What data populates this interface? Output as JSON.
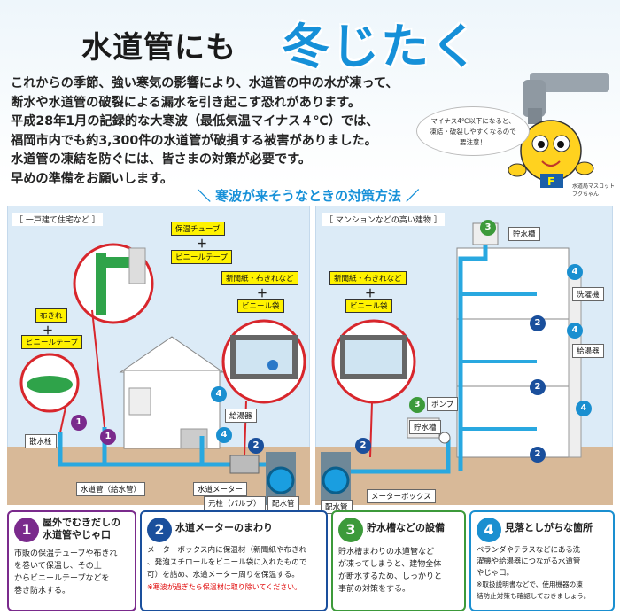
{
  "title": {
    "main": "水道管にも",
    "accent": "冬じたく"
  },
  "intro": [
    "これからの季節、強い寒気の影響により、水道管の中の水が凍って、",
    "断水や水道管の破裂による漏水を引き起こす恐れがあります。",
    "平成28年1月の記録的な大寒波（最低気温マイナス４℃）では、",
    "福岡市内でも約3,300件の水道管が破損する被害がありました。",
    "水道管の凍結を防ぐには、皆さまの対策が必要です。",
    "早めの準備をお願いします。"
  ],
  "mascot": {
    "bubble": [
      "マイナス4℃以下になると、",
      "凍結・破裂しやすくなるので",
      "要注意！"
    ],
    "caption": [
      "水道局マスコット",
      "フクちゃん"
    ]
  },
  "section_header": "寒波が来そうなときの対策方法",
  "left_panel": {
    "label": "［ 一戸建て住宅など ］",
    "tags": {
      "insulation_tube": "保温チューブ",
      "vinyl_tape": "ビニールテープ",
      "cloth": "布きれ",
      "vinyl_tape2": "ビニールテープ",
      "newspaper": "新聞紙・布きれなど",
      "vinyl_bag": "ビニール袋"
    },
    "labels": {
      "hose_tap": "散水栓",
      "water_heater": "給湯器",
      "pipe": "水道管（給水管）",
      "meter": "水道メーター",
      "valve": "元栓（バルブ）",
      "main": "配水管"
    }
  },
  "right_panel": {
    "label": "［ マンションなどの高い建物 ］",
    "tags": {
      "newspaper": "新聞紙・布きれなど",
      "vinyl_bag": "ビニール袋"
    },
    "labels": {
      "roof_tank": "貯水槽",
      "washer": "洗濯機",
      "heater": "給湯器",
      "pump": "ポンプ",
      "tank": "貯水槽",
      "meter_box": "メーターボックス",
      "main": "配水管"
    }
  },
  "plus_sign": "＋",
  "cards": [
    {
      "num": "1",
      "title": [
        "屋外でむきだしの",
        "水道管やじゃ口"
      ],
      "body": [
        "市販の保温チューブや布きれ",
        "を巻いて保温し、その上",
        "からビニールテープなどを",
        "巻き防水する。"
      ],
      "note": "",
      "color": "#7a2a8c"
    },
    {
      "num": "2",
      "title": [
        "水道メーターのまわり",
        ""
      ],
      "body": [
        "メーターボックス内に保温材（新聞紙や布きれ",
        "、発泡スチロールをビニール袋に入れたもので",
        "可）を詰め、水道メーター周りを保温する。"
      ],
      "note": "※寒波が過ぎたら保温材は取り除いてください。",
      "color": "#1a4f9c"
    },
    {
      "num": "3",
      "title": [
        "貯水槽などの設備",
        ""
      ],
      "body": [
        "貯水槽まわりの水道管など",
        "が凍ってしまうと、建物全体",
        "が断水するため、しっかりと",
        "事前の対策をする。"
      ],
      "note": "",
      "color": "#3c9a3a"
    },
    {
      "num": "4",
      "title": [
        "見落としがちな箇所",
        ""
      ],
      "body": [
        "ベランダやテラスなどにある洗",
        "濯機や給湯器につながる水道管",
        "やじゃ口。",
        "※取扱説明書などで、使用機器の凍",
        "結防止対策も確認しておきましょう。"
      ],
      "note": "",
      "color": "#1a8fd0"
    }
  ],
  "colors": {
    "accent_blue": "#1690d8",
    "pipe_blue": "#29a8e0",
    "tag_yellow": "#fff200",
    "loop_red": "#d8262c"
  }
}
